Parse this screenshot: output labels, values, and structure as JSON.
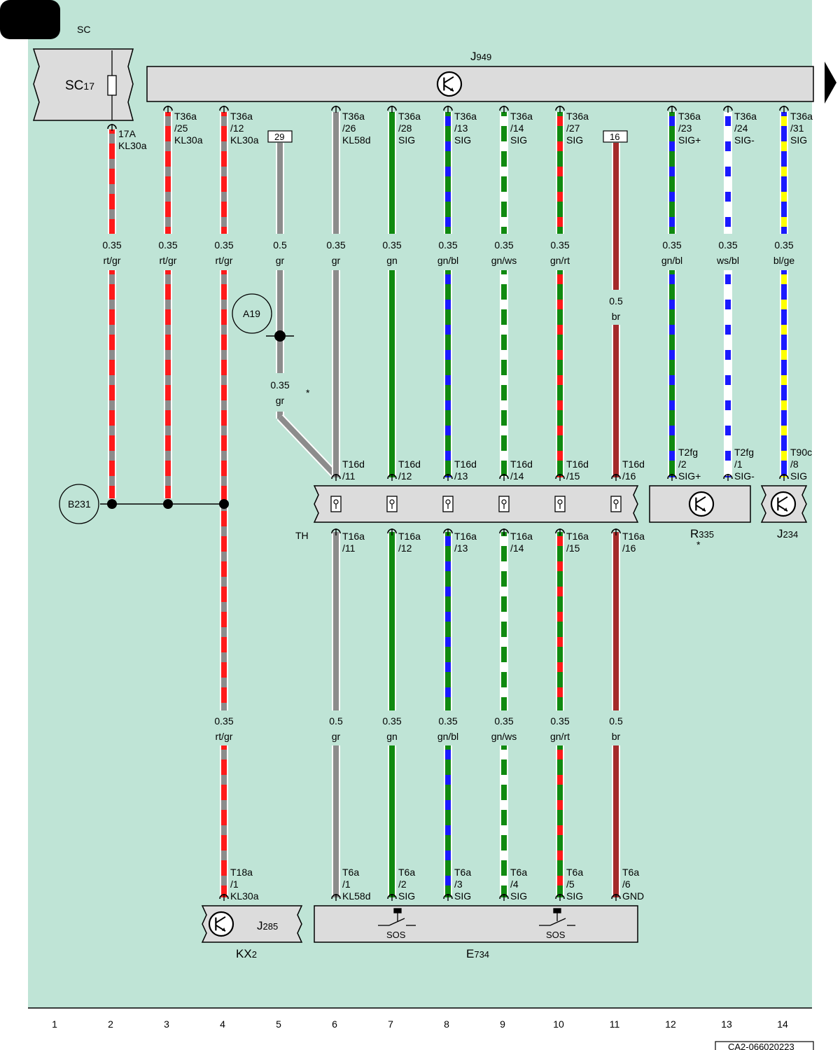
{
  "header": {
    "system": "SC",
    "drawing_code": "CA2-066020223"
  },
  "colors": {
    "background": "#bfe4d6",
    "box_fill": "#dcdcdc",
    "rt": "#ff1a1a",
    "gr": "#8c8c8c",
    "gn": "#108a10",
    "bl": "#1a1aff",
    "ws": "#ffffff",
    "ge": "#ffff00",
    "br": "#a52a2a"
  },
  "components": {
    "SC17": {
      "name": "SC",
      "sub": "17"
    },
    "J949": {
      "name": "J",
      "sub": "949"
    },
    "J285": {
      "name": "J",
      "sub": "285"
    },
    "KX2": {
      "name": "KX",
      "sub": "2"
    },
    "E734": {
      "name": "E",
      "sub": "734"
    },
    "R335": {
      "name": "R",
      "sub": "335",
      "note": "*"
    },
    "J234": {
      "name": "J",
      "sub": "234"
    },
    "TH": {
      "name": "TH"
    },
    "sos_label": "SOS"
  },
  "refs": {
    "B231": "B231",
    "A19": "A19",
    "box29": "29",
    "box16": "16",
    "star_a19": "*"
  },
  "wires": [
    {
      "col": 2,
      "colors": [
        "rt",
        "gr"
      ],
      "top": {
        "pin": "17A",
        "sig": "KL30a"
      },
      "size1": "0.35",
      "col1": "rt/gr"
    },
    {
      "col": 3,
      "colors": [
        "rt",
        "gr"
      ],
      "top": {
        "conn": "T36a",
        "pin": "/25",
        "sig": "KL30a"
      },
      "size1": "0.35",
      "col1": "rt/gr"
    },
    {
      "col": 4,
      "colors": [
        "rt",
        "gr"
      ],
      "top": {
        "conn": "T36a",
        "pin": "/12",
        "sig": "KL30a"
      },
      "size1": "0.35",
      "col1": "rt/gr",
      "size3": "0.35",
      "col3": "rt/gr",
      "bottom": {
        "conn": "T18a",
        "pin": "/1",
        "sig": "KL30a"
      }
    },
    {
      "col": 5,
      "colors": [
        "gr"
      ],
      "size1": "0.5",
      "col1": "gr",
      "size2": "0.35",
      "col2": "gr"
    },
    {
      "col": 6,
      "colors": [
        "gr"
      ],
      "top": {
        "conn": "T36a",
        "pin": "/26",
        "sig": "KL58d"
      },
      "size1": "0.35",
      "col1": "gr",
      "th_top": {
        "conn": "T16d",
        "pin": "/11"
      },
      "th_bot": {
        "conn": "T16a",
        "pin": "/11"
      },
      "size3": "0.5",
      "col3": "gr",
      "bottom": {
        "conn": "T6a",
        "pin": "/1",
        "sig": "KL58d"
      }
    },
    {
      "col": 7,
      "colors": [
        "gn"
      ],
      "top": {
        "conn": "T36a",
        "pin": "/28",
        "sig": "SIG"
      },
      "size1": "0.35",
      "col1": "gn",
      "th_top": {
        "conn": "T16d",
        "pin": "/12"
      },
      "th_bot": {
        "conn": "T16a",
        "pin": "/12"
      },
      "size3": "0.35",
      "col3": "gn",
      "bottom": {
        "conn": "T6a",
        "pin": "/2",
        "sig": "SIG"
      }
    },
    {
      "col": 8,
      "colors": [
        "gn",
        "bl"
      ],
      "top": {
        "conn": "T36a",
        "pin": "/13",
        "sig": "SIG"
      },
      "size1": "0.35",
      "col1": "gn/bl",
      "th_top": {
        "conn": "T16d",
        "pin": "/13"
      },
      "th_bot": {
        "conn": "T16a",
        "pin": "/13"
      },
      "size3": "0.35",
      "col3": "gn/bl",
      "bottom": {
        "conn": "T6a",
        "pin": "/3",
        "sig": "SIG"
      }
    },
    {
      "col": 9,
      "colors": [
        "gn",
        "ws"
      ],
      "top": {
        "conn": "T36a",
        "pin": "/14",
        "sig": "SIG"
      },
      "size1": "0.35",
      "col1": "gn/ws",
      "th_top": {
        "conn": "T16d",
        "pin": "/14"
      },
      "th_bot": {
        "conn": "T16a",
        "pin": "/14"
      },
      "size3": "0.35",
      "col3": "gn/ws",
      "bottom": {
        "conn": "T6a",
        "pin": "/4",
        "sig": "SIG"
      }
    },
    {
      "col": 10,
      "colors": [
        "gn",
        "rt"
      ],
      "top": {
        "conn": "T36a",
        "pin": "/27",
        "sig": "SIG"
      },
      "size1": "0.35",
      "col1": "gn/rt",
      "th_top": {
        "conn": "T16d",
        "pin": "/15"
      },
      "th_bot": {
        "conn": "T16a",
        "pin": "/15"
      },
      "size3": "0.35",
      "col3": "gn/rt",
      "bottom": {
        "conn": "T6a",
        "pin": "/5",
        "sig": "SIG"
      }
    },
    {
      "col": 11,
      "colors": [
        "br"
      ],
      "size2": "0.5",
      "col2": "br",
      "th_top": {
        "conn": "T16d",
        "pin": "/16"
      },
      "th_bot": {
        "conn": "T16a",
        "pin": "/16"
      },
      "size3": "0.5",
      "col3": "br",
      "bottom": {
        "conn": "T6a",
        "pin": "/6",
        "sig": "GND"
      }
    },
    {
      "col": 12,
      "colors": [
        "gn",
        "bl"
      ],
      "top": {
        "conn": "T36a",
        "pin": "/23",
        "sig": "SIG+"
      },
      "size1": "0.35",
      "col1": "gn/bl",
      "end": {
        "conn": "T2fg",
        "pin": "/2",
        "sig": "SIG+"
      }
    },
    {
      "col": 13,
      "colors": [
        "ws",
        "bl"
      ],
      "top": {
        "conn": "T36a",
        "pin": "/24",
        "sig": "SIG-"
      },
      "size1": "0.35",
      "col1": "ws/bl",
      "end": {
        "conn": "T2fg",
        "pin": "/1",
        "sig": "SIG-"
      }
    },
    {
      "col": 14,
      "colors": [
        "bl",
        "ge"
      ],
      "top": {
        "conn": "T36a",
        "pin": "/31",
        "sig": "SIG"
      },
      "size1": "0.35",
      "col1": "bl/ge",
      "end": {
        "conn": "T90c",
        "pin": "/8",
        "sig": "SIG"
      }
    }
  ],
  "columns": [
    "1",
    "2",
    "3",
    "4",
    "5",
    "6",
    "7",
    "8",
    "9",
    "10",
    "11",
    "12",
    "13",
    "14"
  ]
}
